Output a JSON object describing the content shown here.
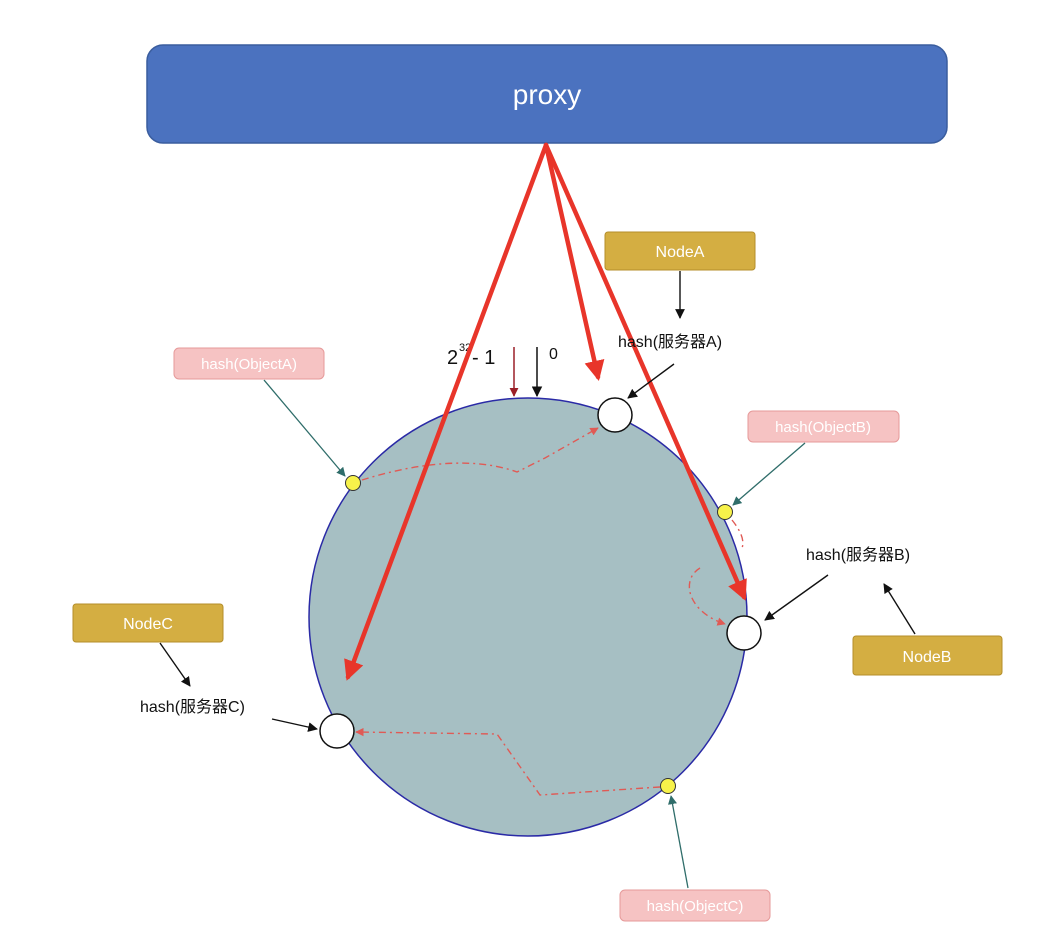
{
  "proxy": {
    "label": "proxy"
  },
  "ring": {
    "top_max_base": "2",
    "top_max_exp": "32",
    "top_max_rest": "- 1",
    "top_zero": "0"
  },
  "nodes": {
    "a": {
      "label": "NodeA",
      "hash": "hash(服务器A)"
    },
    "b": {
      "label": "NodeB",
      "hash": "hash(服务器B)"
    },
    "c": {
      "label": "NodeC",
      "hash": "hash(服务器C)"
    }
  },
  "objects": {
    "a": {
      "label": "hash(ObjectA)"
    },
    "b": {
      "label": "hash(ObjectB)"
    },
    "c": {
      "label": "hash(ObjectC)"
    }
  },
  "colors": {
    "proxy_fill": "#4b72bf",
    "proxy_stroke": "#3a5d9e",
    "ring_fill": "#a6bfc3",
    "ring_stroke": "#2a2aa6",
    "node_fill": "#d4ae42",
    "node_stroke": "#b48e2a",
    "object_fill": "#f6c3c3",
    "object_stroke": "#e69a9a",
    "object_text": "#ffffff",
    "proxy_arrow": "#e8352a",
    "mapping_dash": "#e05a55",
    "teal_arrow": "#2f6d6a",
    "object_dot": "#f7f24a",
    "dark_red_marker": "#9b1f28"
  }
}
